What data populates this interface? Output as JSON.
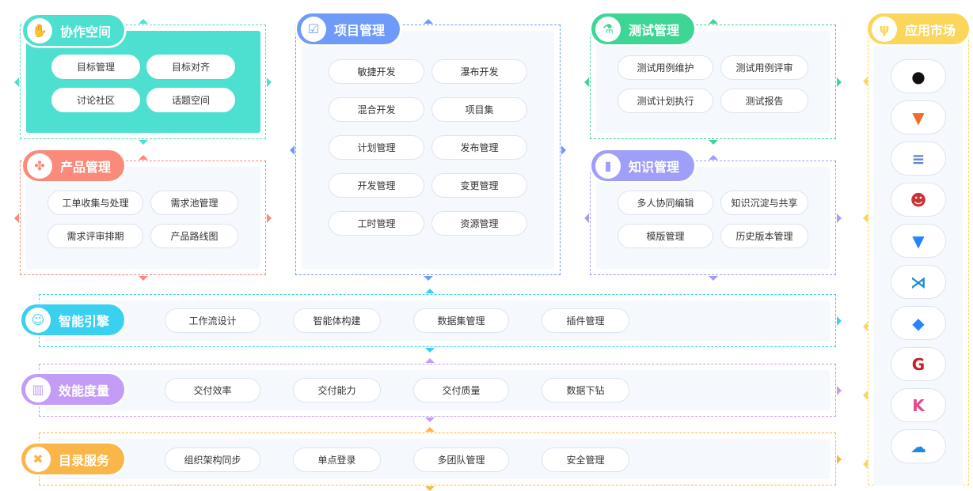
{
  "sections": [
    {
      "key": "collab",
      "title": "协作空间",
      "icon": "handshake-icon",
      "color": "#4ddfcf",
      "items": [
        "目标管理",
        "目标对齐",
        "讨论社区",
        "话题空间"
      ]
    },
    {
      "key": "product",
      "title": "产品管理",
      "icon": "clover-icon",
      "color": "#fb8a7a",
      "items": [
        "工单收集与处理",
        "需求池管理",
        "需求评审排期",
        "产品路线图"
      ]
    },
    {
      "key": "project",
      "title": "项目管理",
      "icon": "checklist-icon",
      "color": "#6e9bfa",
      "items": [
        "敏捷开发",
        "瀑布开发",
        "混合开发",
        "项目集",
        "计划管理",
        "发布管理",
        "开发管理",
        "变更管理",
        "工时管理",
        "资源管理"
      ]
    },
    {
      "key": "test",
      "title": "测试管理",
      "icon": "flask-icon",
      "color": "#3ed694",
      "items": [
        "测试用例维护",
        "测试用例评审",
        "测试计划执行",
        "测试报告"
      ]
    },
    {
      "key": "knowledge",
      "title": "知识管理",
      "icon": "book-icon",
      "color": "#9f9ef9",
      "items": [
        "多人协同编辑",
        "知识沉淀与共享",
        "模版管理",
        "历史版本管理"
      ]
    },
    {
      "key": "ai",
      "title": "智能引擎",
      "icon": "robot-icon",
      "color": "#3ad1f0",
      "items": [
        "工作流设计",
        "智能体构建",
        "数据集管理",
        "插件管理"
      ]
    },
    {
      "key": "metrics",
      "title": "效能度量",
      "icon": "factory-icon",
      "color": "#c39cf5",
      "items": [
        "交付效率",
        "交付能力",
        "交付质量",
        "数据下钻"
      ]
    },
    {
      "key": "directory",
      "title": "目录服务",
      "icon": "tools-icon",
      "color": "#fbb64a",
      "items": [
        "组织架构同步",
        "单点登录",
        "多团队管理",
        "安全管理"
      ]
    }
  ],
  "market": {
    "title": "应用市场",
    "icon": "branch-icon",
    "color": "#fbd65b",
    "apps": [
      "github-icon",
      "gitlab-icon",
      "sonarqube-icon",
      "jenkins-icon",
      "bitbucket-icon",
      "vscode-icon",
      "jira-icon",
      "gitee-icon",
      "kibana-icon",
      "cloud-db-icon"
    ]
  }
}
